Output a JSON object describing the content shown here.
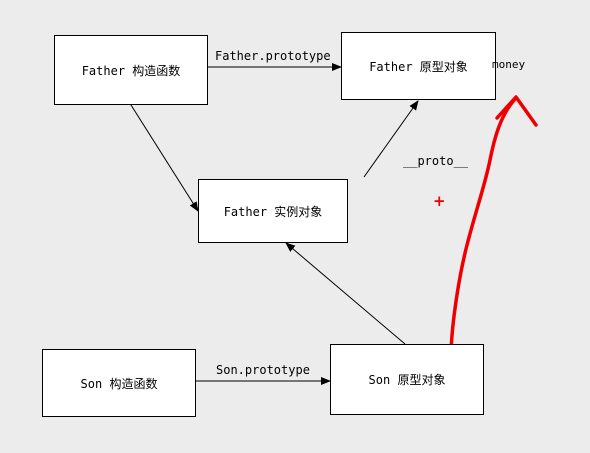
{
  "boxes": {
    "father_constructor": "Father 构造函数",
    "father_prototype": "Father 原型对象",
    "father_instance": "Father 实例对象",
    "son_constructor": "Son 构造函数",
    "son_prototype": "Son 原型对象"
  },
  "edge_labels": {
    "father_prototype": "Father.prototype",
    "son_prototype": "Son.prototype",
    "proto": "__proto__",
    "money": "money"
  },
  "annotation": {
    "plus": "+"
  },
  "colors": {
    "box_border": "#000000",
    "box_fill": "#ffffff",
    "background": "#ececec",
    "annotation": "#ee0000"
  }
}
